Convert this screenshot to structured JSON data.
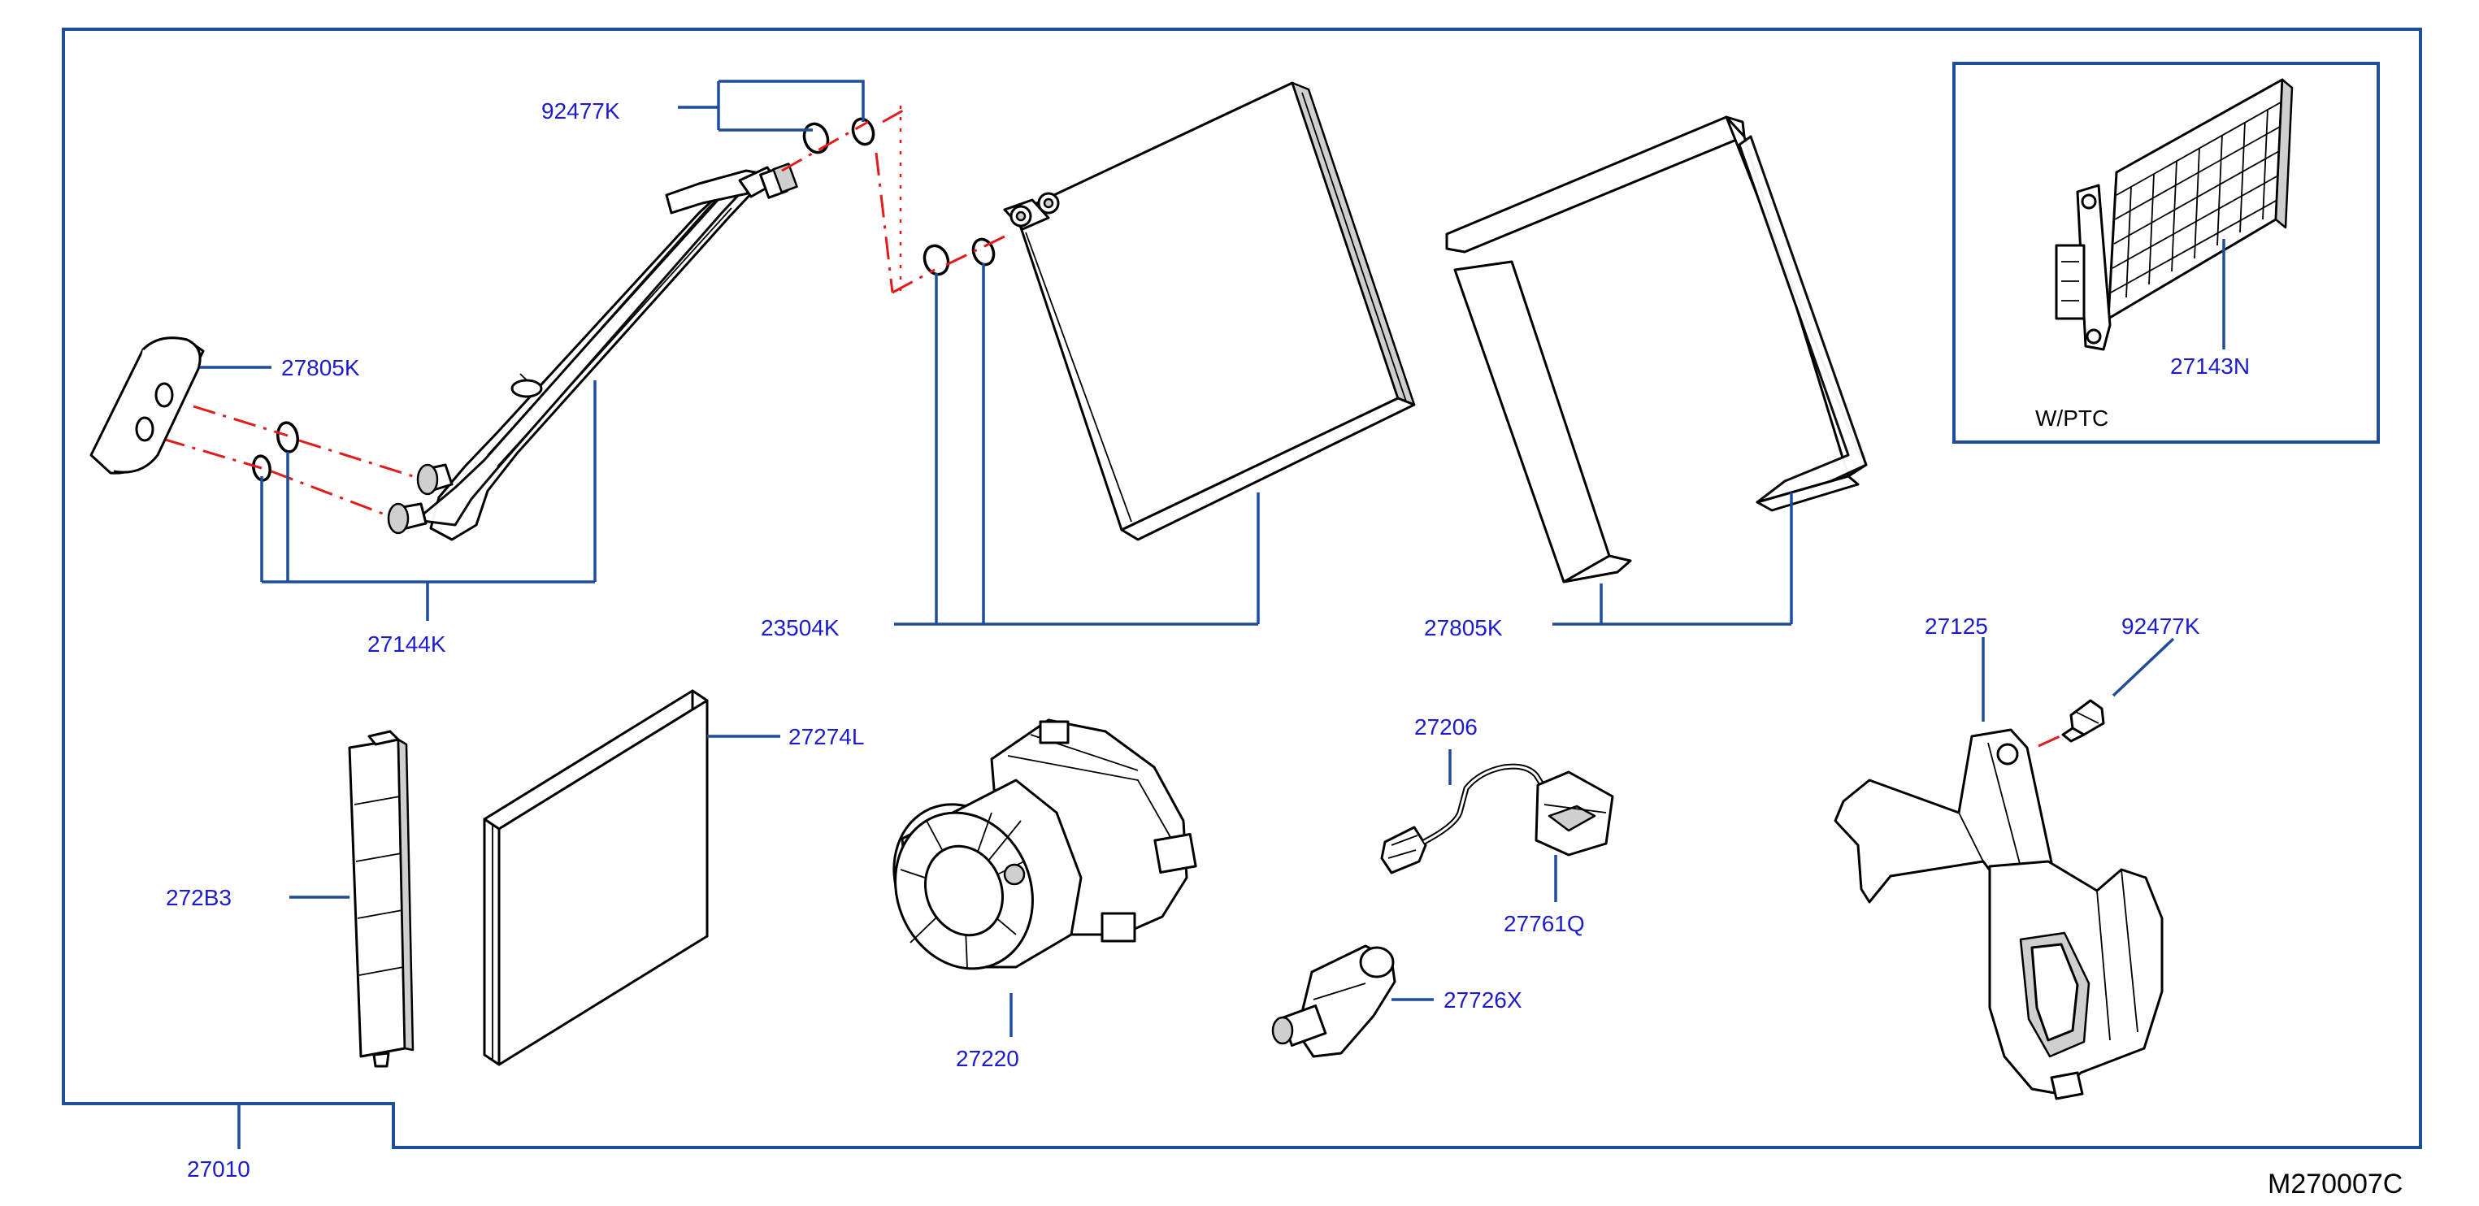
{
  "callouts": {
    "p92477K_top": "92477K",
    "p27805K_plug": "27805K",
    "p27144K": "27144K",
    "p23504K": "23504K",
    "p27805K_seal": "27805K",
    "p27143N": "27143N",
    "wptc_note": "W/PTC",
    "p27125": "27125",
    "p92477K_bolt": "92477K",
    "p27274L": "27274L",
    "p272B3": "272B3",
    "p27206": "27206",
    "p27761Q": "27761Q",
    "p27220": "27220",
    "p27726X": "27726X",
    "p27010": "27010",
    "diagram_ref": "M270007C"
  },
  "colors": {
    "callout_text": "#1c1ccf",
    "leader_line": "#1f4e98",
    "centerline": "#e41b1b",
    "part_outline": "#000000"
  }
}
